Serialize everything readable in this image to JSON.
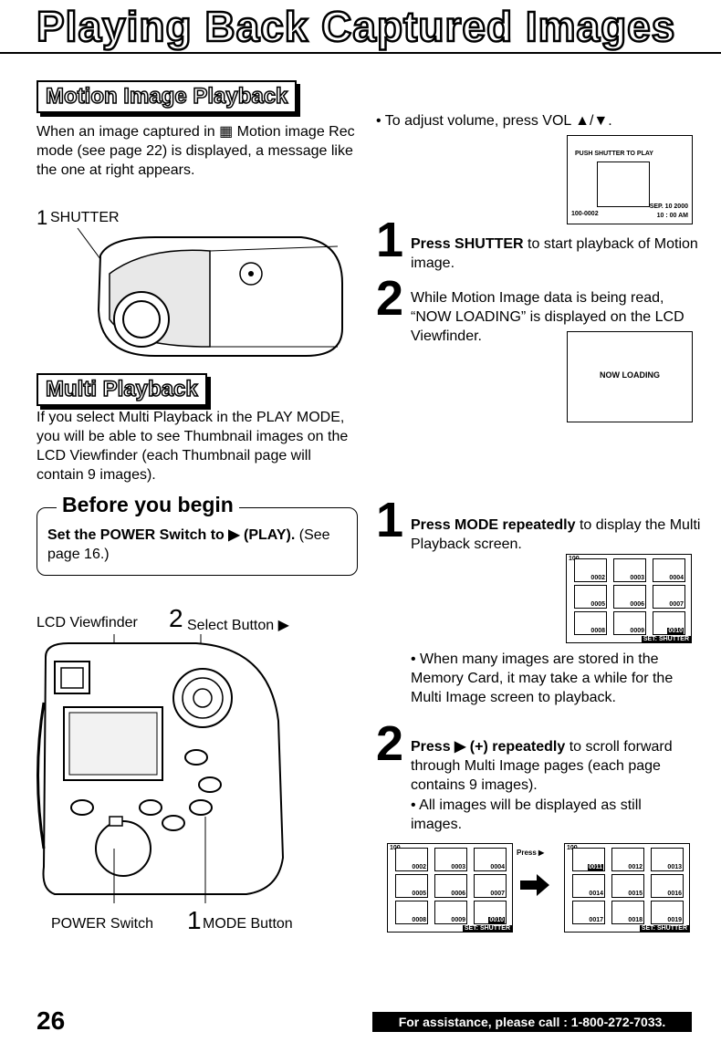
{
  "page_title": "Playing Back Captured Images",
  "motion": {
    "heading": "Motion Image Playback",
    "intro": "When an image captured in ▦ Motion image Rec mode (see page 22) is displayed, a message like the one at right appears.",
    "shutter_callout_num": "1",
    "shutter_callout_label": "SHUTTER",
    "volume_note": "• To adjust volume, press VOL ▲/▼.",
    "lcd_push_text": "PUSH SHUTTER TO PLAY",
    "lcd_file": "100-0002",
    "lcd_date": "SEP. 10 2000",
    "lcd_time": "10 : 00 AM",
    "steps": [
      {
        "num": "1",
        "bold": "Press SHUTTER",
        "text": " to start playback of Motion image."
      },
      {
        "num": "2",
        "bold": "",
        "text": "While Motion Image data is being read, “NOW LOADING” is displayed on the LCD Viewfinder."
      }
    ],
    "now_loading": "NOW LOADING"
  },
  "multi": {
    "heading": "Multi Playback",
    "intro": "If you select Multi Playback in the PLAY MODE, you will be able to see Thumbnail images on the LCD Viewfinder (each Thumbnail page will contain 9 images).",
    "before_title": "Before you begin",
    "before_bold": "Set the POWER Switch to ▶ (PLAY).",
    "before_text": " (See page 16.)",
    "label_lcd": "LCD Viewfinder",
    "label_select_num": "2",
    "label_select": "Select Button ▶",
    "label_power": "POWER Switch",
    "label_mode_num": "1",
    "label_mode": "MODE Button",
    "step1_num": "1",
    "step1_bold": "Press MODE repeatedly",
    "step1_text": " to display the Multi Playback screen.",
    "note1": "• When many images are stored in the Memory Card, it may take a while for the Multi Image screen to playback.",
    "step2_num": "2",
    "step2_bold": "Press ▶ (+) repeatedly",
    "step2_text": " to scroll forward through Multi Image pages (each page contains 9 images).",
    "note2": "• All images will be displayed as still images.",
    "folder": "100",
    "set_shutter": "SET: SHUTTER",
    "press_label": "Press ▶",
    "grid_a": [
      "0002",
      "0003",
      "0004",
      "0005",
      "0006",
      "0007",
      "0008",
      "0009",
      "0010"
    ],
    "grid_b": [
      "0011",
      "0012",
      "0013",
      "0014",
      "0015",
      "0016",
      "0017",
      "0018",
      "0019"
    ]
  },
  "footer": {
    "page_number": "26",
    "assistance": "For assistance, please call : 1-800-272-7033."
  }
}
